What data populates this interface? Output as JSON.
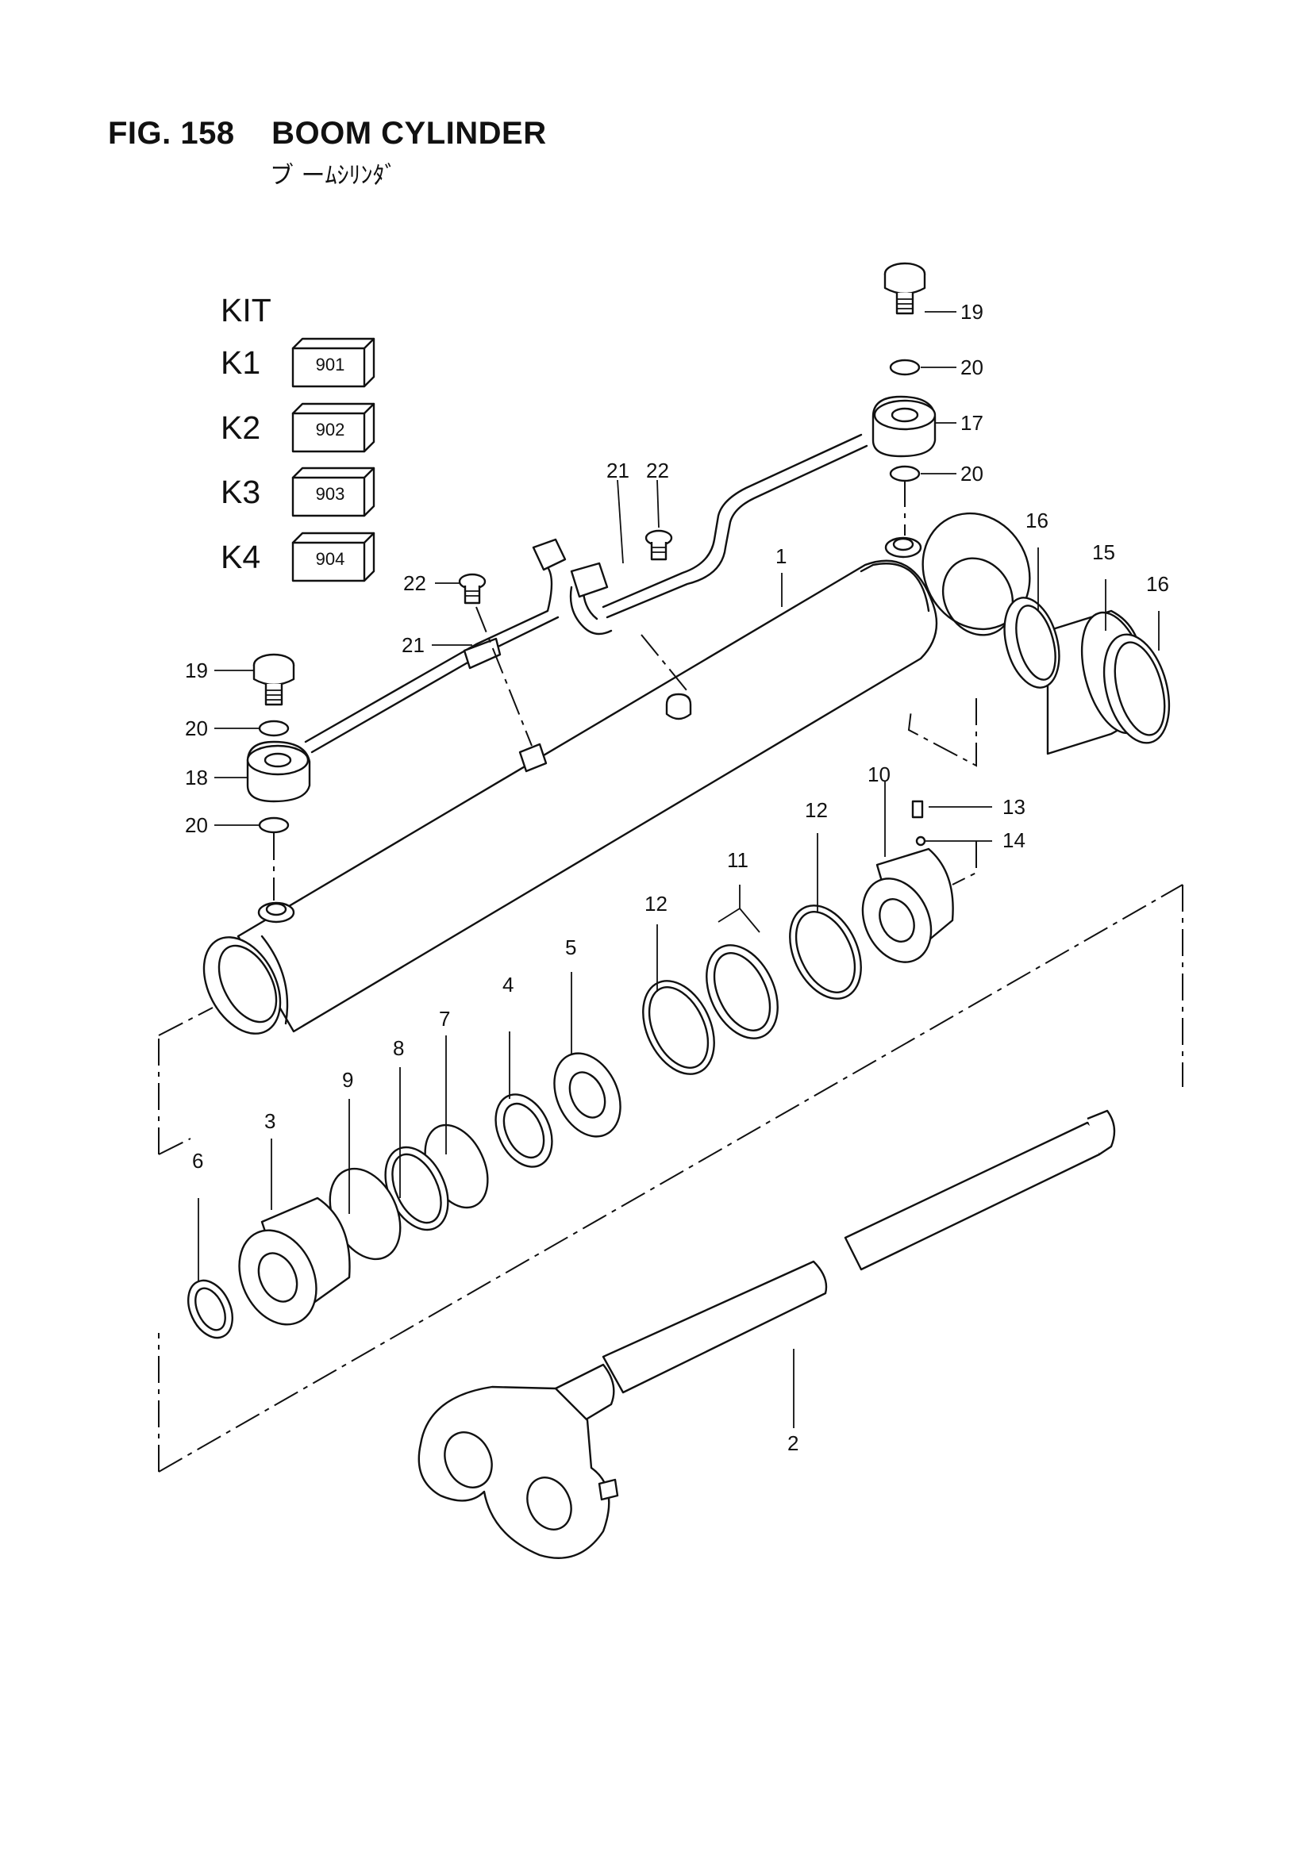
{
  "figure": {
    "title": "FIG. 158    BOOM CYLINDER",
    "subtitle": "ブ ーﾑｼﾘﾝﾀﾞ"
  },
  "kit": {
    "heading": "KIT",
    "items": [
      {
        "label": "K1",
        "code": "901"
      },
      {
        "label": "K2",
        "code": "902"
      },
      {
        "label": "K3",
        "code": "903"
      },
      {
        "label": "K4",
        "code": "904"
      }
    ]
  },
  "callouts": {
    "c1": "1",
    "c2": "2",
    "c3": "3",
    "c4": "4",
    "c5": "5",
    "c6": "6",
    "c7": "7",
    "c8": "8",
    "c9": "9",
    "c10": "10",
    "c11": "11",
    "c12a": "12",
    "c12b": "12",
    "c13": "13",
    "c14": "14",
    "c15": "15",
    "c16a": "16",
    "c16b": "16",
    "c17": "17",
    "c18": "18",
    "c19a": "19",
    "c19b": "19",
    "c20a": "20",
    "c20b": "20",
    "c20c": "20",
    "c20d": "20",
    "c21a": "21",
    "c21b": "21",
    "c22a": "22",
    "c22b": "22"
  }
}
